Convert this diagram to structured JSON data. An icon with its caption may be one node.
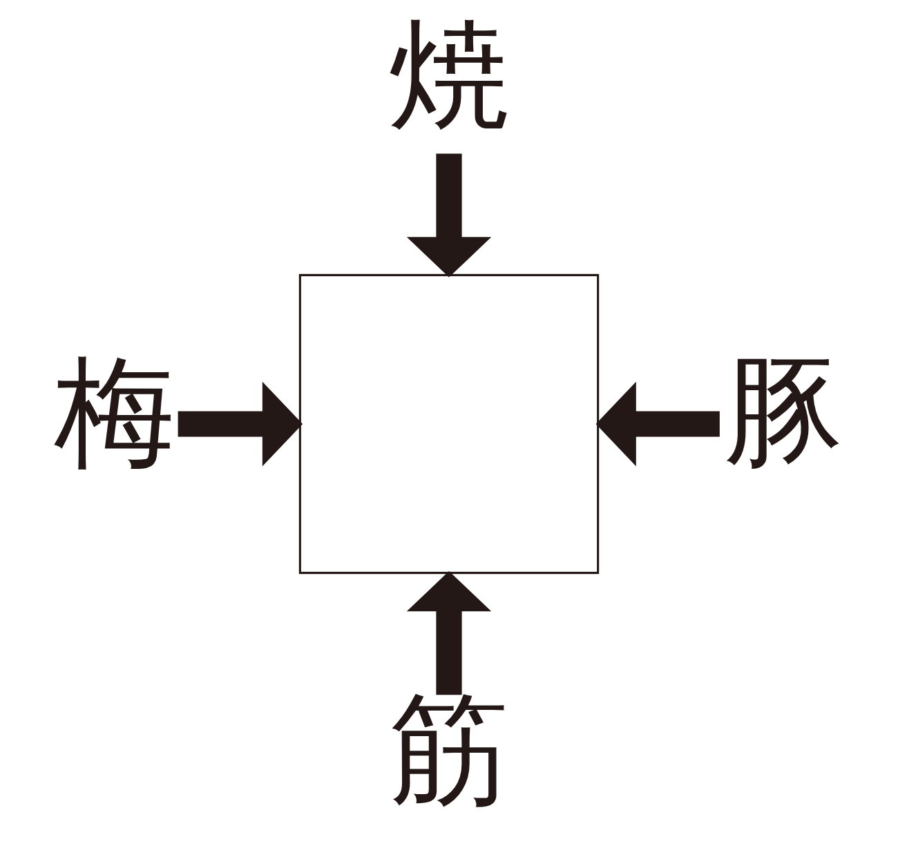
{
  "diagram": {
    "nodes": [
      {
        "text": [
          "焼"
        ]
      },
      {
        "text": [
          "梅"
        ]
      },
      {
        "text": [],
        "shape": "box"
      },
      {
        "text": [
          "豚"
        ]
      },
      {
        "text": [
          "筋"
        ]
      }
    ],
    "edges": [
      {
        "from": 0,
        "to": 2,
        "arrow": "to"
      },
      {
        "from": 1,
        "to": 2,
        "arrow": "to"
      },
      {
        "from": 3,
        "to": 2,
        "arrow": "to"
      },
      {
        "from": 4,
        "to": 2,
        "arrow": "to"
      }
    ]
  }
}
